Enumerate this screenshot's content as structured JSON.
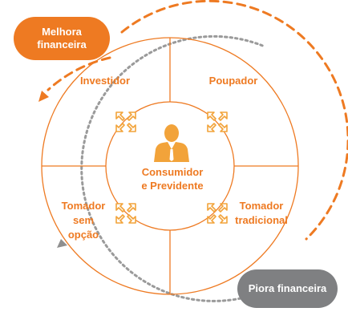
{
  "colors": {
    "accent": "#EE7A22",
    "accent_light": "#F2A33A",
    "gray": "#7F8082",
    "dotted_gray": "#9A9A9A",
    "white": "#FFFFFF"
  },
  "pills": {
    "better": {
      "line1": "Melhora",
      "line2": "financeira"
    },
    "worse": {
      "text": "Piora financeira"
    }
  },
  "quadrants": {
    "top_left": {
      "text": "Investidor"
    },
    "top_right": {
      "text": "Poupador"
    },
    "bottom_left": {
      "line1": "Tomador",
      "line2": "sem",
      "line3": "opção"
    },
    "bottom_right": {
      "line1": "Tomador",
      "line2": "tradicional"
    }
  },
  "center": {
    "line1": "Consumidor",
    "line2": "e Previdente",
    "icon": "person-icon"
  },
  "icons": [
    "expand-arrows-icon"
  ]
}
